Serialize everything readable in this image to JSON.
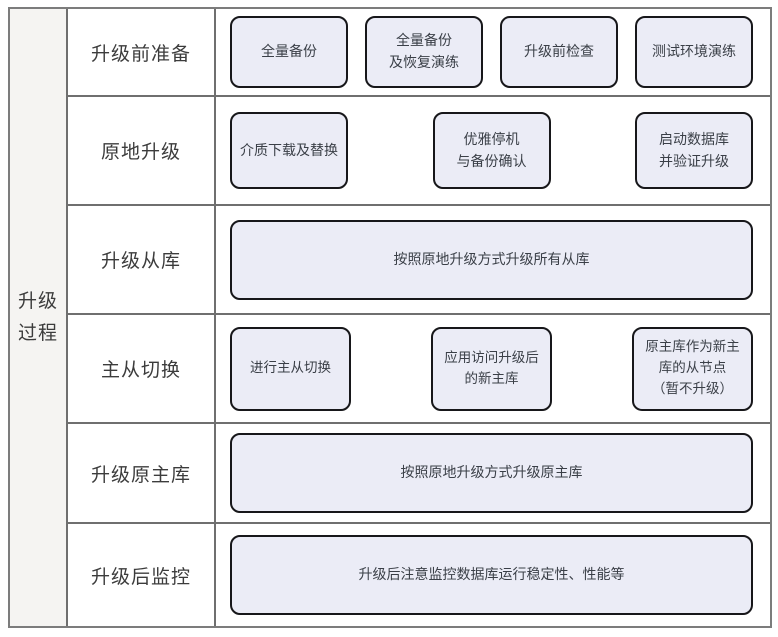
{
  "diagram": {
    "side_label": "升级\n过程",
    "rows": [
      {
        "label": "升级前准备",
        "boxes": [
          "全量备份",
          "全量备份\n及恢复演练",
          "升级前检查",
          "测试环境演练"
        ]
      },
      {
        "label": "原地升级",
        "boxes": [
          "介质下载及替换",
          "优雅停机\n与备份确认",
          "启动数据库\n并验证升级"
        ]
      },
      {
        "label": "升级从库",
        "boxes": [
          "按照原地升级方式升级所有从库"
        ]
      },
      {
        "label": "主从切换",
        "boxes": [
          "进行主从切换",
          "应用访问升级后\n的新主库",
          "原主库作为新主\n库的从节点\n（暂不升级）"
        ]
      },
      {
        "label": "升级原主库",
        "boxes": [
          "按照原地升级方式升级原主库"
        ]
      },
      {
        "label": "升级后监控",
        "boxes": [
          "升级后注意监控数据库运行稳定性、性能等"
        ]
      }
    ],
    "colors": {
      "box_fill": "#ebecf6",
      "box_border": "#17171a",
      "grid_line": "#6f6f6f",
      "side_column_fill": "#f5f4f2",
      "text": "#3a3f47"
    }
  }
}
